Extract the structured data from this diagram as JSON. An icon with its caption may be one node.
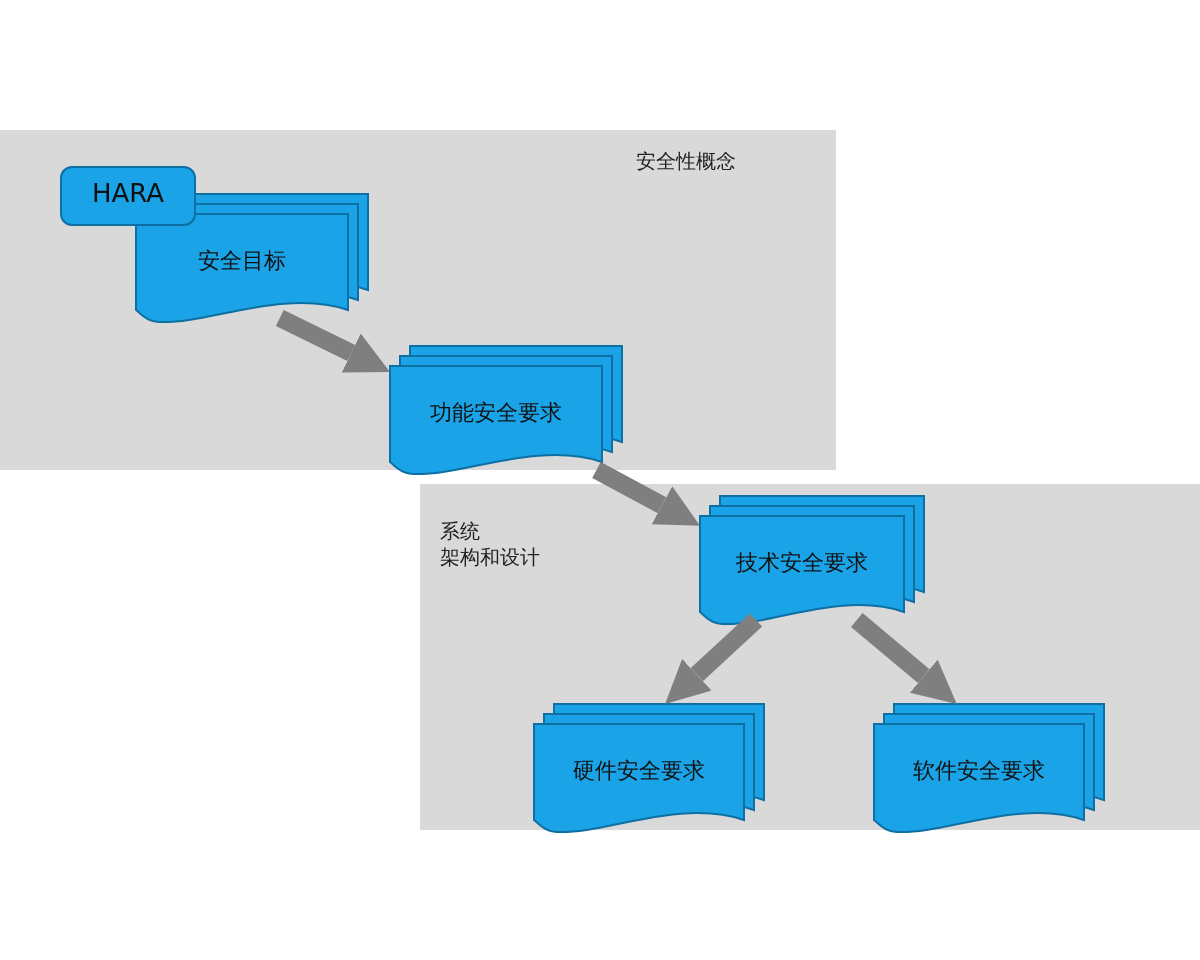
{
  "diagram": {
    "nodes": [
      {
        "text": [
          "安全性概念"
        ]
      },
      {
        "text": [
          "HARA"
        ],
        "in": 0
      },
      {
        "text": [
          "安全目标"
        ],
        "in": 0
      },
      {
        "text": [
          "功能安全要求"
        ],
        "in": 0
      },
      {
        "text": [
          "系统",
          "架构和设计"
        ]
      },
      {
        "text": [
          "技术安全要求"
        ],
        "in": 4
      },
      {
        "text": [
          "硬件安全要求"
        ],
        "in": 4
      },
      {
        "text": [
          "软件安全要求"
        ],
        "in": 4
      }
    ],
    "edges": [
      {
        "from": 2,
        "to": 3,
        "arrow": "to"
      },
      {
        "from": 3,
        "to": 5,
        "arrow": "to"
      },
      {
        "from": 5,
        "to": 6,
        "arrow": "to"
      },
      {
        "from": 5,
        "to": 7,
        "arrow": "to"
      }
    ]
  }
}
